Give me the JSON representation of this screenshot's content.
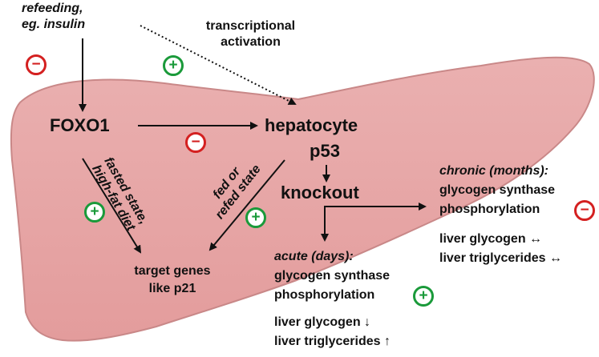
{
  "labels": {
    "refeeding": "refeeding,",
    "insulin": "eg. insulin",
    "transcriptional": "transcriptional",
    "activation": "activation",
    "foxo1": "FOXO1",
    "hepatocyte": "hepatocyte",
    "p53": "p53",
    "knockout": "knockout",
    "fasted_1": "fasted state,",
    "fasted_2": "high-fat diet",
    "fed_1": "fed or",
    "fed_2": "refed state",
    "target_1": "target genes",
    "target_2": "like p21",
    "acute_title": "acute (days):",
    "acute_line1": "glycogen synthase",
    "acute_line2": "phosphorylation",
    "acute_glycogen": "liver glycogen ↓",
    "acute_tg": "liver triglycerides ↑",
    "chronic_title": "chronic (months):",
    "chronic_line1": "glycogen synthase",
    "chronic_line2": "phosphorylation",
    "chronic_glycogen": "liver glycogen ↔",
    "chronic_tg": "liver triglycerides ↔"
  },
  "badges": {
    "minus": "−",
    "plus": "+"
  },
  "colors": {
    "liver_fill": "#e8a9a9",
    "liver_edge": "#c98888",
    "positive": "#1a9a3a",
    "negative": "#d42020"
  },
  "icons": [
    "liver-silhouette",
    "plus-badge",
    "minus-badge",
    "arrow"
  ]
}
